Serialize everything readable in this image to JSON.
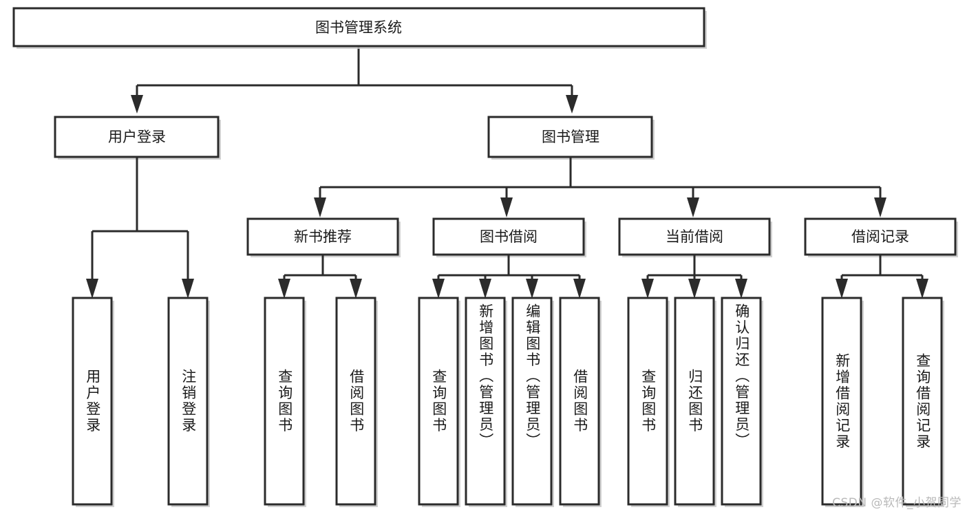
{
  "diagram": {
    "title": "图书管理系统",
    "type": "tree",
    "orientation": "top-down",
    "colors": {
      "box_stroke": "#2b2b2b",
      "box_fill": "#ffffff",
      "connector": "#2b2b2b",
      "background": "#ffffff",
      "watermark": "#b9b9b9"
    },
    "root": {
      "label": "图书管理系统"
    },
    "level2": [
      {
        "label": "用户登录"
      },
      {
        "label": "图书管理"
      }
    ],
    "level3": [
      {
        "label": "新书推荐"
      },
      {
        "label": "图书借阅"
      },
      {
        "label": "当前借阅"
      },
      {
        "label": "借阅记录"
      }
    ],
    "leaves": {
      "user_login": [
        {
          "label": "用户登录"
        },
        {
          "label": "注销登录"
        }
      ],
      "new_book_recommend": [
        {
          "label": "查询图书"
        },
        {
          "label": "借阅图书"
        }
      ],
      "book_borrow": [
        {
          "label": "查询图书"
        },
        {
          "label": "新增图书（管理员）"
        },
        {
          "label": "编辑图书（管理员）"
        },
        {
          "label": "借阅图书"
        }
      ],
      "current_borrow": [
        {
          "label": "查询图书"
        },
        {
          "label": "归还图书"
        },
        {
          "label": "确认归还（管理员）"
        }
      ],
      "borrow_record": [
        {
          "label": "新增借阅记录"
        },
        {
          "label": "查询借阅记录"
        }
      ]
    }
  },
  "watermark": {
    "text": "CSDN @软件_小贺同学"
  }
}
